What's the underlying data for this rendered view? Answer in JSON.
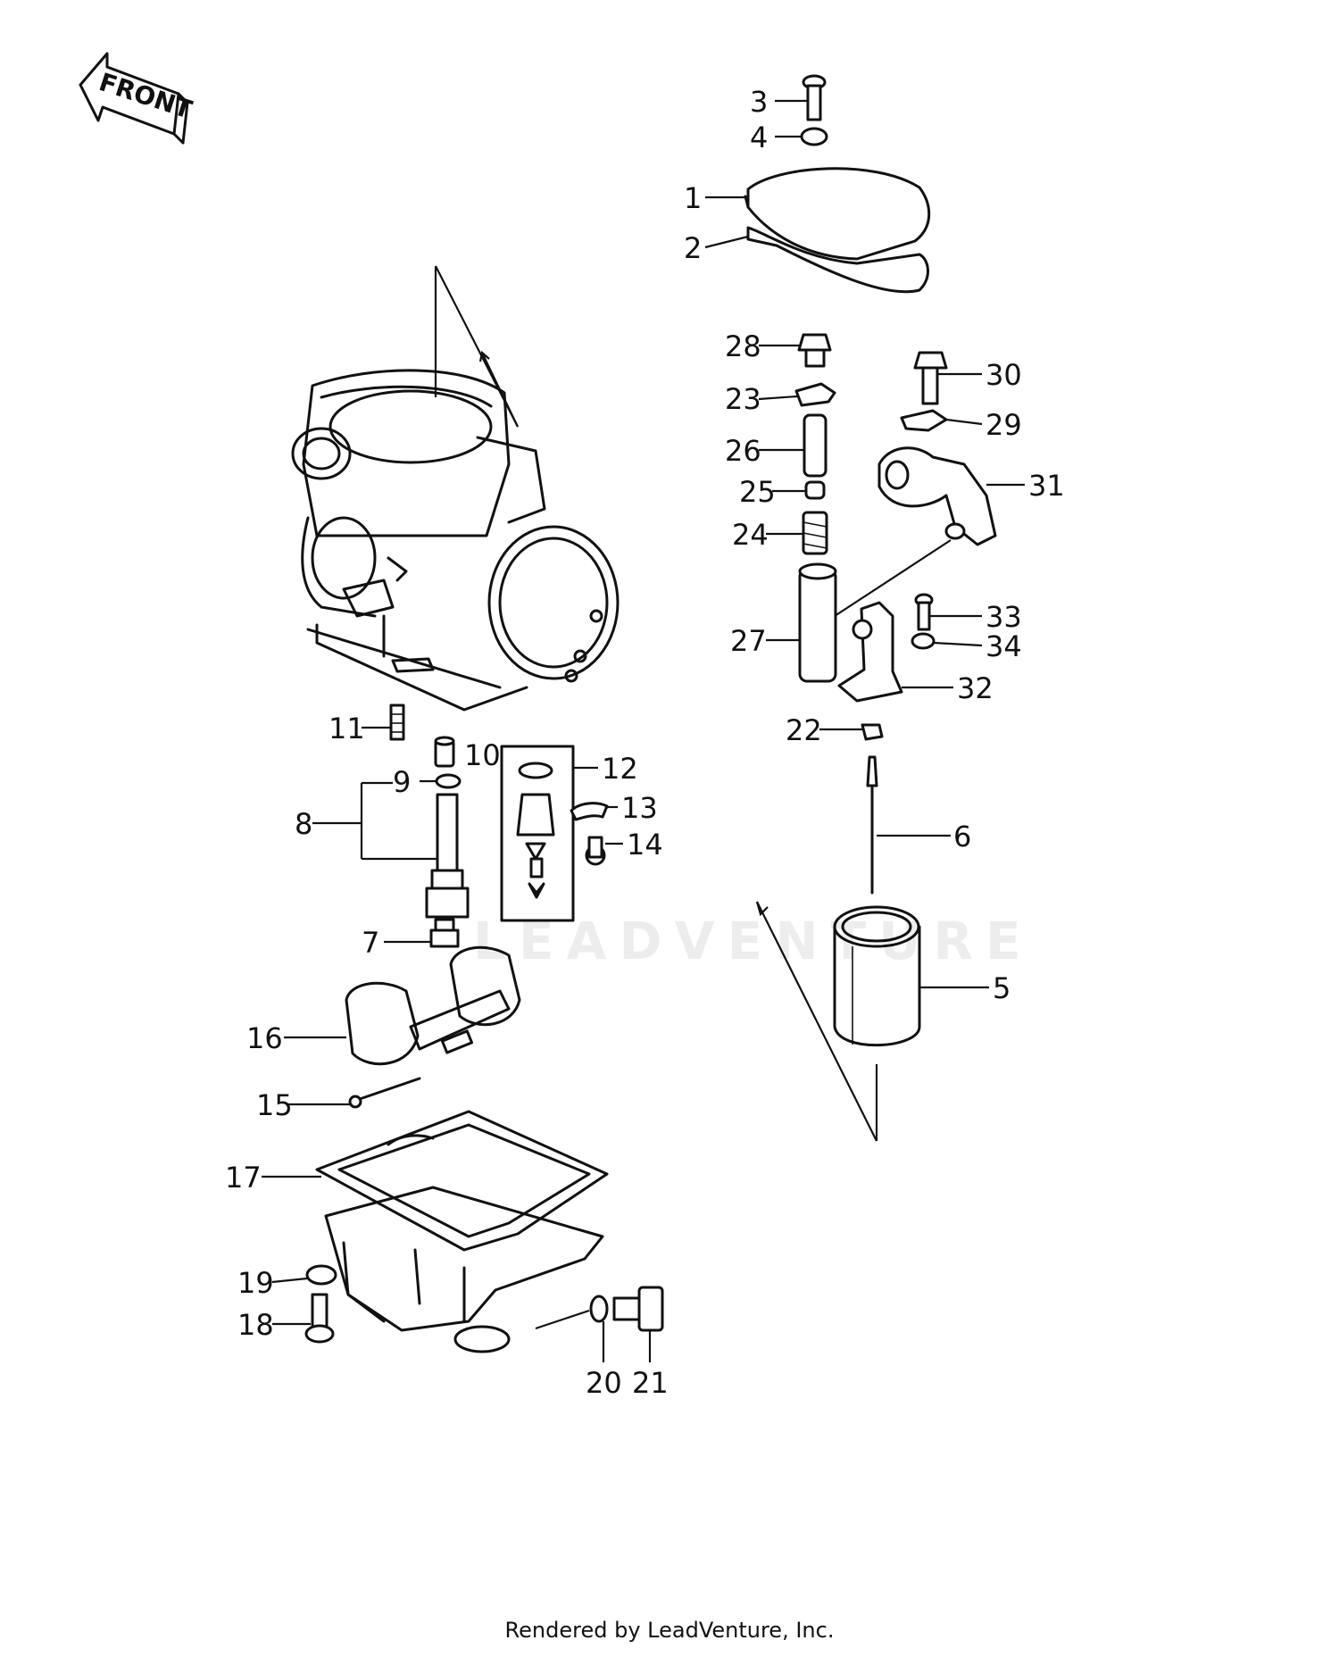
{
  "badge": {
    "text": "FRONT"
  },
  "watermark": {
    "text": "LEADVENTURE"
  },
  "footer": {
    "text": "Rendered by LeadVenture, Inc."
  },
  "callouts": [
    "1",
    "2",
    "3",
    "4",
    "5",
    "6",
    "7",
    "8",
    "9",
    "10",
    "11",
    "12",
    "13",
    "14",
    "15",
    "16",
    "17",
    "18",
    "19",
    "20",
    "21",
    "22",
    "23",
    "24",
    "25",
    "26",
    "27",
    "28",
    "29",
    "30",
    "31",
    "32",
    "33",
    "34"
  ]
}
